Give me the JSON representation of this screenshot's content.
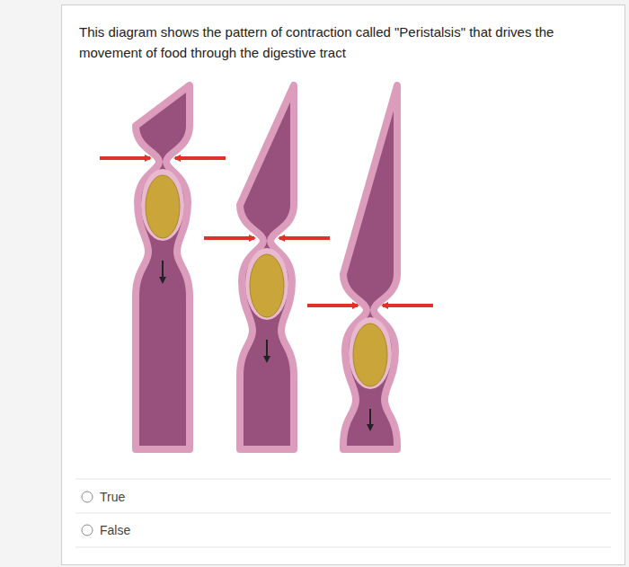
{
  "diagram": {
    "title": "This diagram shows the pattern of contraction called \"Peristalsis\" that drives the movement of food through the digestive tract",
    "labels": [
      "True",
      "False"
    ]
  }
}
